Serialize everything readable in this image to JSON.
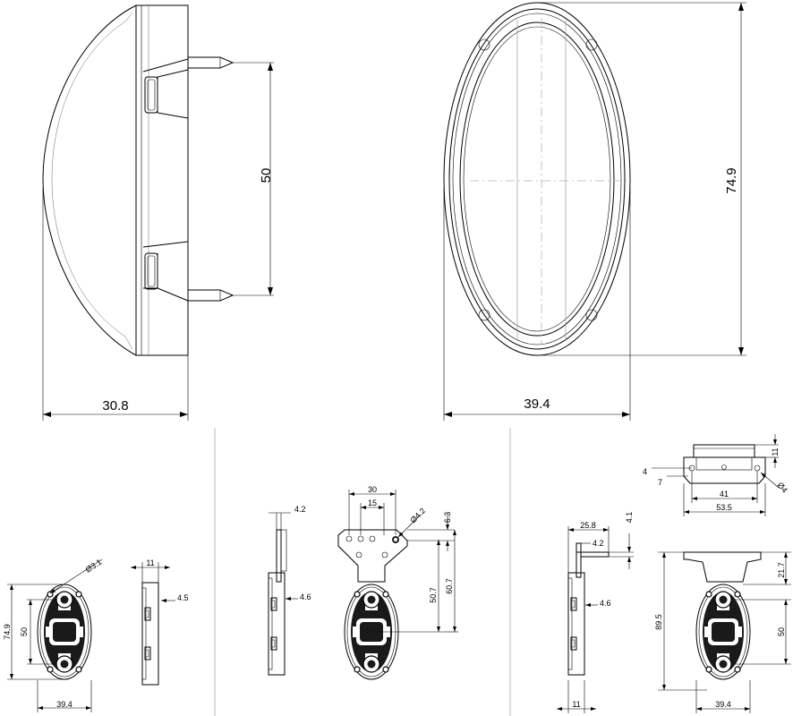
{
  "top_views": {
    "side": {
      "height_label": "50",
      "width_label": "30.8"
    },
    "front": {
      "height_label": "74.9",
      "width_label": "39.4"
    }
  },
  "variant_a": {
    "hole_label": "Ø3.1",
    "height_label": "74.9",
    "spacing_label": "50",
    "width_label": "39.4",
    "depth_label": "11",
    "offset_label": "4.5"
  },
  "variant_b": {
    "outer_label": "30",
    "inner_label": "15",
    "hole_label": "Ø4.2",
    "tab_label": "6.3",
    "thick_label": "4.2",
    "side_label": "4.6",
    "dist_a_label": "50.7",
    "dist_b_label": "60.7"
  },
  "variant_c": {
    "top_height_label": "11",
    "left_a_label": "4",
    "left_b_label": "7",
    "hole_label": "Ø4",
    "inner_width_label": "41",
    "outer_width_label": "53.5",
    "depth_label": "25.8",
    "vert_label": "4.1",
    "thick_label": "4.2",
    "side_label": "4.6",
    "total_label": "89.5",
    "upper_label": "21.7",
    "spacing_label": "50",
    "bottom_label": "11",
    "width_label": "39.4"
  }
}
